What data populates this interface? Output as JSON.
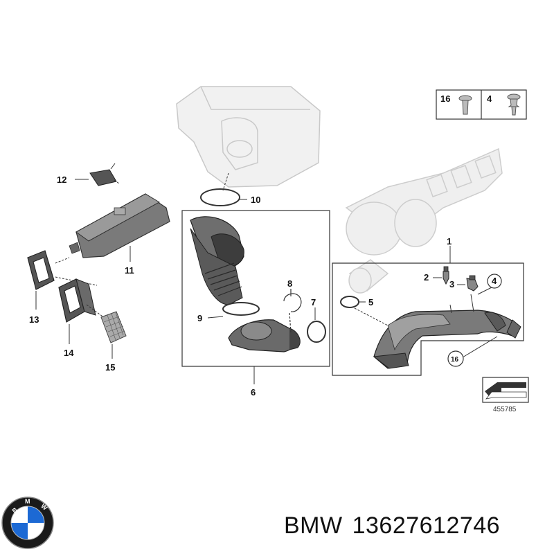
{
  "callouts": {
    "c1": "1",
    "c2": "2",
    "c3": "3",
    "c4": "4",
    "c5": "5",
    "c6": "6",
    "c7": "7",
    "c8": "8",
    "c9": "9",
    "c10": "10",
    "c11": "11",
    "c12": "12",
    "c13": "13",
    "c14": "14",
    "c15": "15",
    "c16": "16"
  },
  "fastener_box": {
    "left_number": "16",
    "right_number": "4"
  },
  "diagram_number": "455785",
  "caption": {
    "brand": "BMW",
    "part_number": "13627612746"
  },
  "logo": {
    "lettering": "BMW",
    "colors": {
      "blue": "#1c69d4",
      "ring": "#111111"
    }
  }
}
